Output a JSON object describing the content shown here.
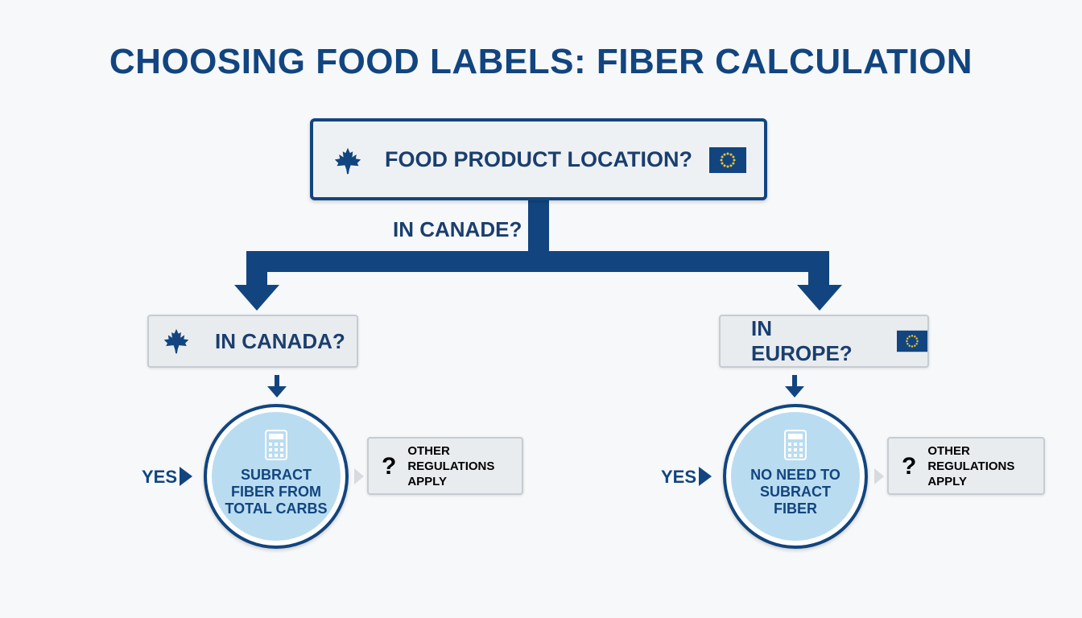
{
  "title": "CHOOSING FOOD LABELS: FIBER CALCULATION",
  "colors": {
    "navy": "#12457f",
    "text_dark": "#1a3e6e",
    "circle_fill": "#b9dcf1",
    "box_gray": "#e9ecef",
    "gold": "#f2c230"
  },
  "root": {
    "label": "FOOD PRODUCT LOCATION?",
    "left_icon": "maple-leaf-icon",
    "right_icon": "eu-flag-icon"
  },
  "edge_label": "IN CANADE?",
  "branches": [
    {
      "id": "canada",
      "question": "IN CANADA?",
      "icon": "maple-leaf-icon",
      "yes_label": "YES",
      "result": "SUBRACT FIBER FROM TOTAL CARBS",
      "result_icon": "calculator-icon",
      "other_line1": "OTHER",
      "other_line2": "REGULATIONS APPLY",
      "other_icon": "question-mark-icon"
    },
    {
      "id": "europe",
      "question": "IN EUROPE?",
      "icon": "eu-flag-icon",
      "yes_label": "YES",
      "result": "NO NEED TO SUBRACT FIBER",
      "result_icon": "calculator-icon",
      "other_line1": "OTHER",
      "other_line2": "REGULATIONS APPLY",
      "other_icon": "question-mark-icon"
    }
  ]
}
